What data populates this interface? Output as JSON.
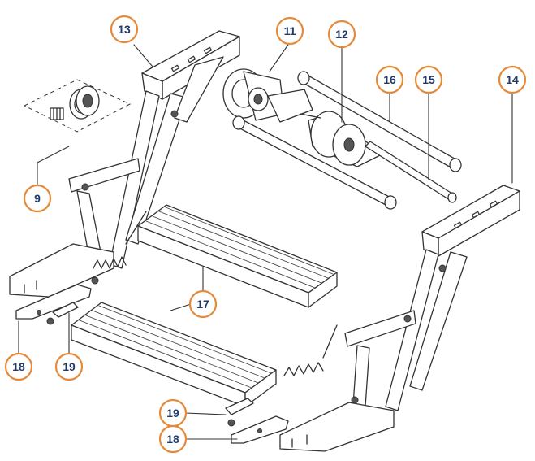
{
  "callouts": {
    "c9": "9",
    "c11": "11",
    "c12": "12",
    "c13": "13",
    "c14": "14",
    "c15": "15",
    "c16": "16",
    "c17": "17",
    "c18a": "18",
    "c18b": "18",
    "c19a": "19",
    "c19b": "19"
  },
  "colors": {
    "callout_ring": "#e58a3a",
    "callout_text": "#1f3a6b",
    "line_art": "#333333"
  }
}
